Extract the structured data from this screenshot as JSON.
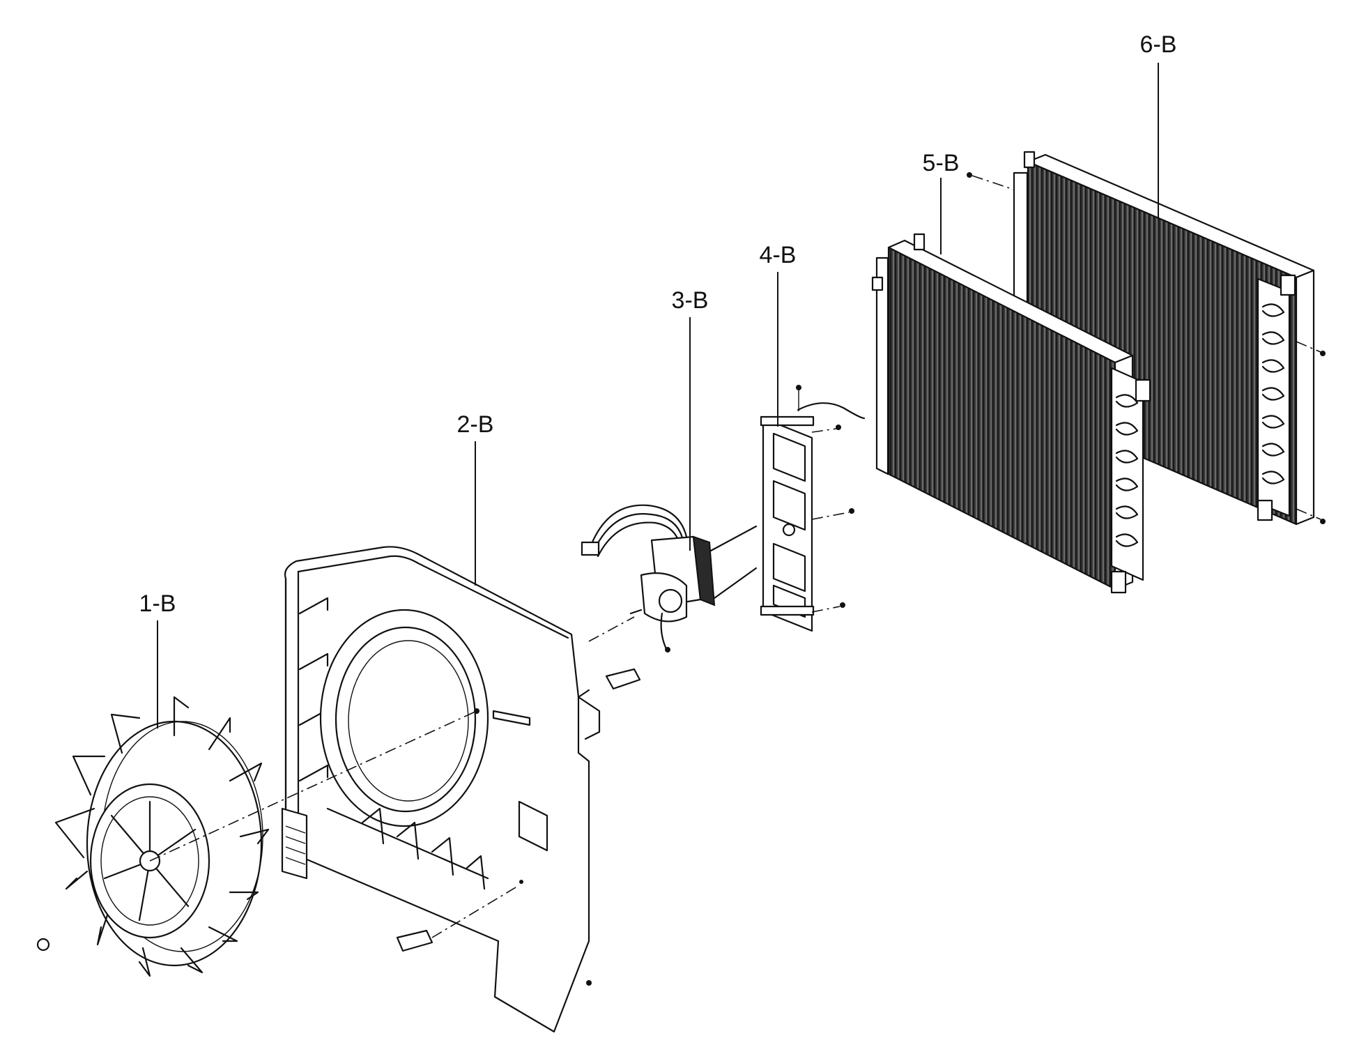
{
  "parts": [
    {
      "id": "part-1",
      "label": "1-B"
    },
    {
      "id": "part-2",
      "label": "2-B"
    },
    {
      "id": "part-3",
      "label": "3-B"
    },
    {
      "id": "part-4",
      "label": "4-B"
    },
    {
      "id": "part-5",
      "label": "5-B"
    },
    {
      "id": "part-6",
      "label": "6-B"
    }
  ]
}
